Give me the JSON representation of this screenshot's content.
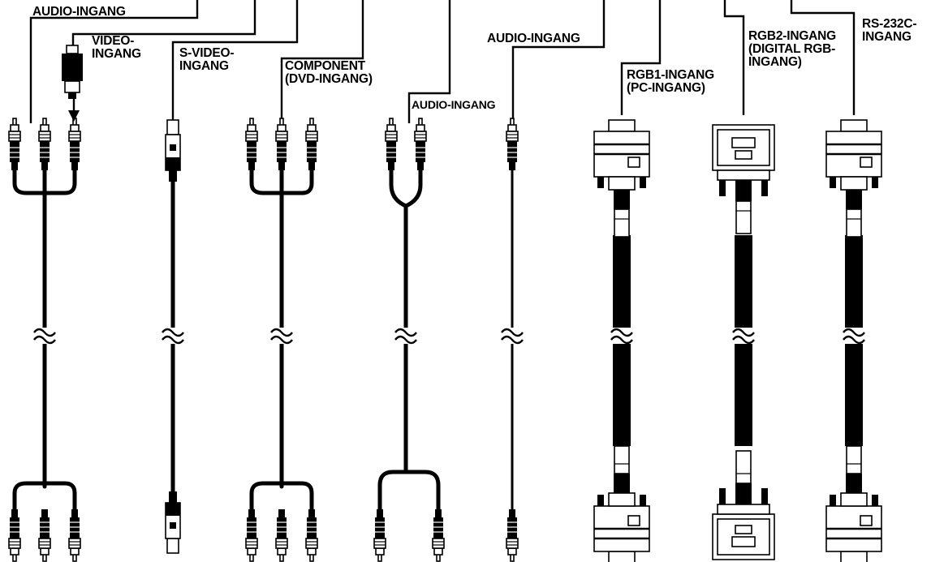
{
  "labels": {
    "audio_in_1": "AUDIO-INGANG",
    "video_in": "VIDEO-\nINGANG",
    "svideo_in": "S-VIDEO-\nINGANG",
    "component_in": "COMPONENT\n(DVD-INGANG)",
    "audio_in_2": "AUDIO-INGANG",
    "audio_in_3": "AUDIO-INGANG",
    "rgb1_in": "RGB1-INGANG\n(PC-INGANG)",
    "rgb2_in": "RGB2-INGANG\n(DIGITAL RGB-\nINGANG)",
    "rs232c_in": "RS-232C-\nINGANG"
  },
  "colors": {
    "line": "#000000",
    "background": "#ffffff"
  }
}
